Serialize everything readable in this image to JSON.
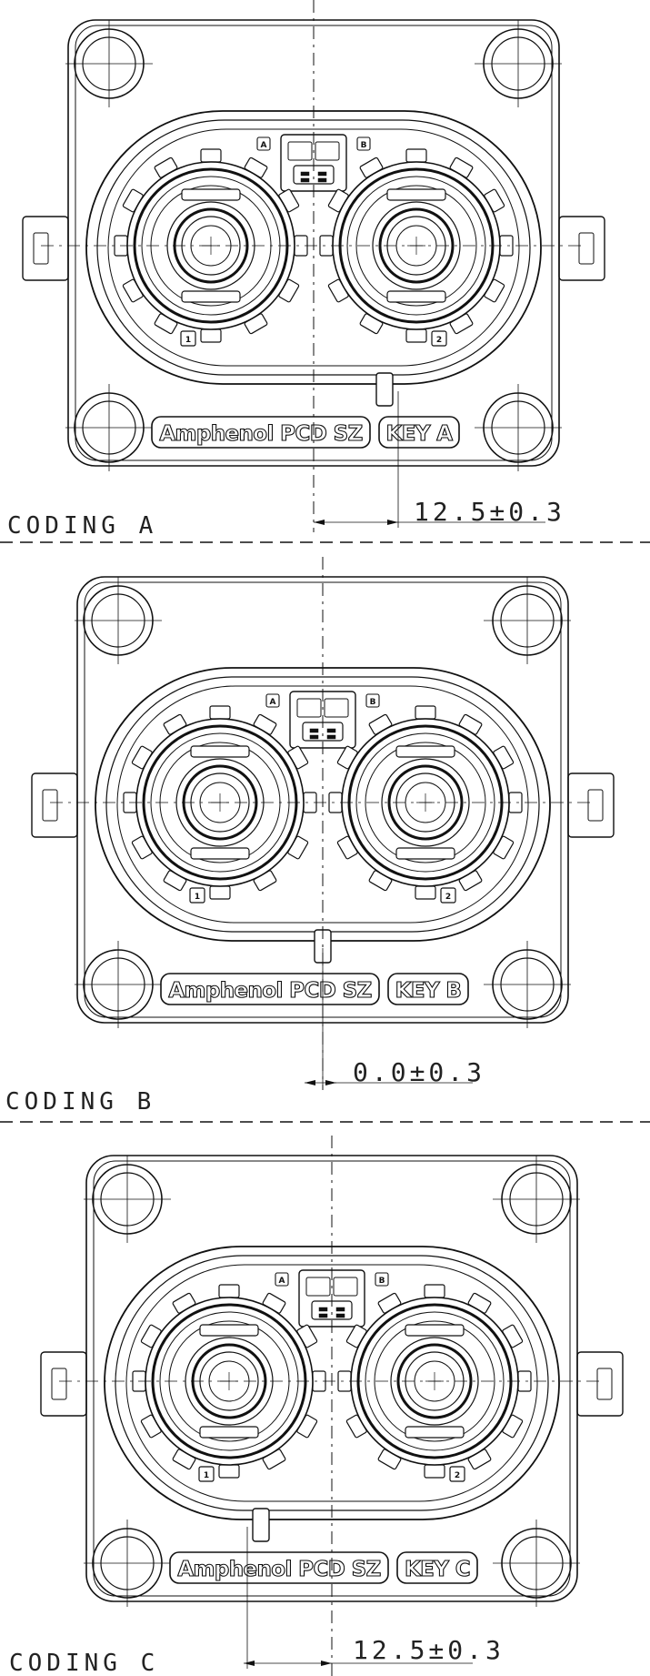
{
  "drawing": {
    "views": [
      {
        "caption": "CODING A",
        "brand": "Amphenol PCD SZ",
        "key_label": "KEY A",
        "dimension": "12.5±0.3",
        "coding_offset": 12.5,
        "tolerance": 0.3,
        "port_markers": [
          "A",
          "B"
        ],
        "socket_numbers": [
          "1",
          "2"
        ]
      },
      {
        "caption": "CODING B",
        "brand": "Amphenol PCD SZ",
        "key_label": "KEY B",
        "dimension": "0.0±0.3",
        "coding_offset": 0.0,
        "tolerance": 0.3,
        "port_markers": [
          "A",
          "B"
        ],
        "socket_numbers": [
          "1",
          "2"
        ]
      },
      {
        "caption": "CODING C",
        "brand": "Amphenol PCD SZ",
        "key_label": "KEY C",
        "dimension": "12.5±0.3",
        "coding_offset": -12.5,
        "tolerance": 0.3,
        "port_markers": [
          "A",
          "B"
        ],
        "socket_numbers": [
          "1",
          "2"
        ]
      }
    ],
    "colors": {
      "line": "#111111",
      "background": "#ffffff"
    }
  }
}
